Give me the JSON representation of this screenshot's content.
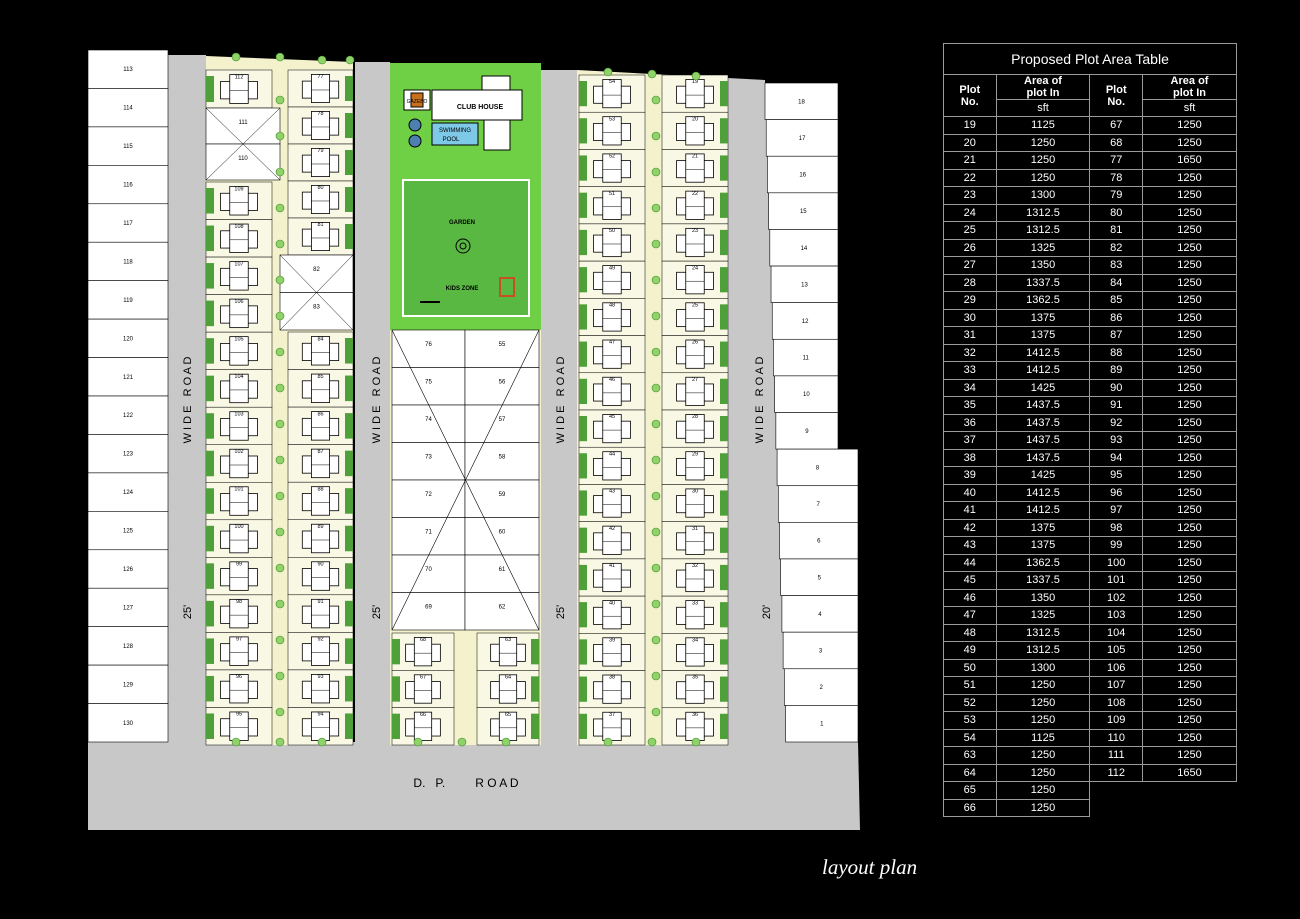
{
  "roads": {
    "wide_road_label": "W I D E   R O A D",
    "widths": [
      "25'",
      "25'",
      "25'",
      "20'"
    ],
    "dp_road_label": "D.   P.         R O A D"
  },
  "amenities": {
    "club_house": "CLUB HOUSE",
    "gazebo": "GAZEBO",
    "swimming_pool": [
      "SWIMMING",
      "POOL"
    ],
    "garden": "GARDEN",
    "kids_zone": "KIDS ZONE"
  },
  "plots": {
    "left_strip": [
      "113",
      "114",
      "115",
      "116",
      "117",
      "118",
      "119",
      "120",
      "121",
      "122",
      "123",
      "124",
      "125",
      "126",
      "127",
      "128",
      "129",
      "130"
    ],
    "col_a_top": [
      "112"
    ],
    "col_a_open": [
      "111",
      "110"
    ],
    "col_a": [
      "109",
      "108",
      "107",
      "106",
      "105",
      "104",
      "103",
      "102",
      "101",
      "100",
      "99",
      "98",
      "97",
      "96",
      "95"
    ],
    "col_b": [
      "77",
      "78",
      "79",
      "80",
      "81"
    ],
    "col_b_open": [
      "82",
      "83"
    ],
    "col_b_lower": [
      "84",
      "85",
      "86",
      "87",
      "88",
      "89",
      "90",
      "91",
      "92",
      "93",
      "94"
    ],
    "open_left": [
      "76",
      "75",
      "74",
      "73",
      "72",
      "71",
      "70",
      "69"
    ],
    "open_right": [
      "55",
      "56",
      "57",
      "58",
      "59",
      "60",
      "61",
      "62"
    ],
    "center_bottom_left": [
      "68",
      "67",
      "66"
    ],
    "center_bottom_right": [
      "63",
      "64",
      "65"
    ],
    "col_c": [
      "54",
      "53",
      "52",
      "51",
      "50",
      "49",
      "48",
      "47",
      "46",
      "45",
      "44",
      "43",
      "42",
      "41",
      "40",
      "39",
      "38",
      "37"
    ],
    "col_d": [
      "19",
      "20",
      "21",
      "22",
      "23",
      "24",
      "25",
      "26",
      "27",
      "28",
      "29",
      "30",
      "31",
      "32",
      "33",
      "34",
      "35",
      "36"
    ],
    "right_strip": [
      "18",
      "17",
      "16",
      "15",
      "14",
      "13",
      "12",
      "11",
      "10",
      "9",
      "8",
      "7",
      "6",
      "5",
      "4",
      "3",
      "2",
      "1"
    ]
  },
  "table": {
    "title": "Proposed Plot Area Table",
    "header_plot": [
      "Plot",
      "No."
    ],
    "header_area": [
      "Area of",
      "plot In"
    ],
    "unit": "sft",
    "rows": [
      [
        "19",
        "1125",
        "67",
        "1250"
      ],
      [
        "20",
        "1250",
        "68",
        "1250"
      ],
      [
        "21",
        "1250",
        "77",
        "1650"
      ],
      [
        "22",
        "1250",
        "78",
        "1250"
      ],
      [
        "23",
        "1300",
        "79",
        "1250"
      ],
      [
        "24",
        "1312.5",
        "80",
        "1250"
      ],
      [
        "25",
        "1312.5",
        "81",
        "1250"
      ],
      [
        "26",
        "1325",
        "82",
        "1250"
      ],
      [
        "27",
        "1350",
        "83",
        "1250"
      ],
      [
        "28",
        "1337.5",
        "84",
        "1250"
      ],
      [
        "29",
        "1362.5",
        "85",
        "1250"
      ],
      [
        "30",
        "1375",
        "86",
        "1250"
      ],
      [
        "31",
        "1375",
        "87",
        "1250"
      ],
      [
        "32",
        "1412.5",
        "88",
        "1250"
      ],
      [
        "33",
        "1412.5",
        "89",
        "1250"
      ],
      [
        "34",
        "1425",
        "90",
        "1250"
      ],
      [
        "35",
        "1437.5",
        "91",
        "1250"
      ],
      [
        "36",
        "1437.5",
        "92",
        "1250"
      ],
      [
        "37",
        "1437.5",
        "93",
        "1250"
      ],
      [
        "38",
        "1437.5",
        "94",
        "1250"
      ],
      [
        "39",
        "1425",
        "95",
        "1250"
      ],
      [
        "40",
        "1412.5",
        "96",
        "1250"
      ],
      [
        "41",
        "1412.5",
        "97",
        "1250"
      ],
      [
        "42",
        "1375",
        "98",
        "1250"
      ],
      [
        "43",
        "1375",
        "99",
        "1250"
      ],
      [
        "44",
        "1362.5",
        "100",
        "1250"
      ],
      [
        "45",
        "1337.5",
        "101",
        "1250"
      ],
      [
        "46",
        "1350",
        "102",
        "1250"
      ],
      [
        "47",
        "1325",
        "103",
        "1250"
      ],
      [
        "48",
        "1312.5",
        "104",
        "1250"
      ],
      [
        "49",
        "1312.5",
        "105",
        "1250"
      ],
      [
        "50",
        "1300",
        "106",
        "1250"
      ],
      [
        "51",
        "1250",
        "107",
        "1250"
      ],
      [
        "52",
        "1250",
        "108",
        "1250"
      ],
      [
        "53",
        "1250",
        "109",
        "1250"
      ],
      [
        "54",
        "1125",
        "110",
        "1250"
      ],
      [
        "63",
        "1250",
        "111",
        "1250"
      ],
      [
        "64",
        "1250",
        "112",
        "1650"
      ],
      [
        "65",
        "1250",
        "",
        ""
      ],
      [
        "66",
        "1250",
        "",
        ""
      ]
    ]
  },
  "caption": "layout plan",
  "colors": {
    "road": "#c8c8c8",
    "green": "#7ed957",
    "path": "#f2f0c0",
    "plot": "#ffffff",
    "background": "#000000"
  }
}
